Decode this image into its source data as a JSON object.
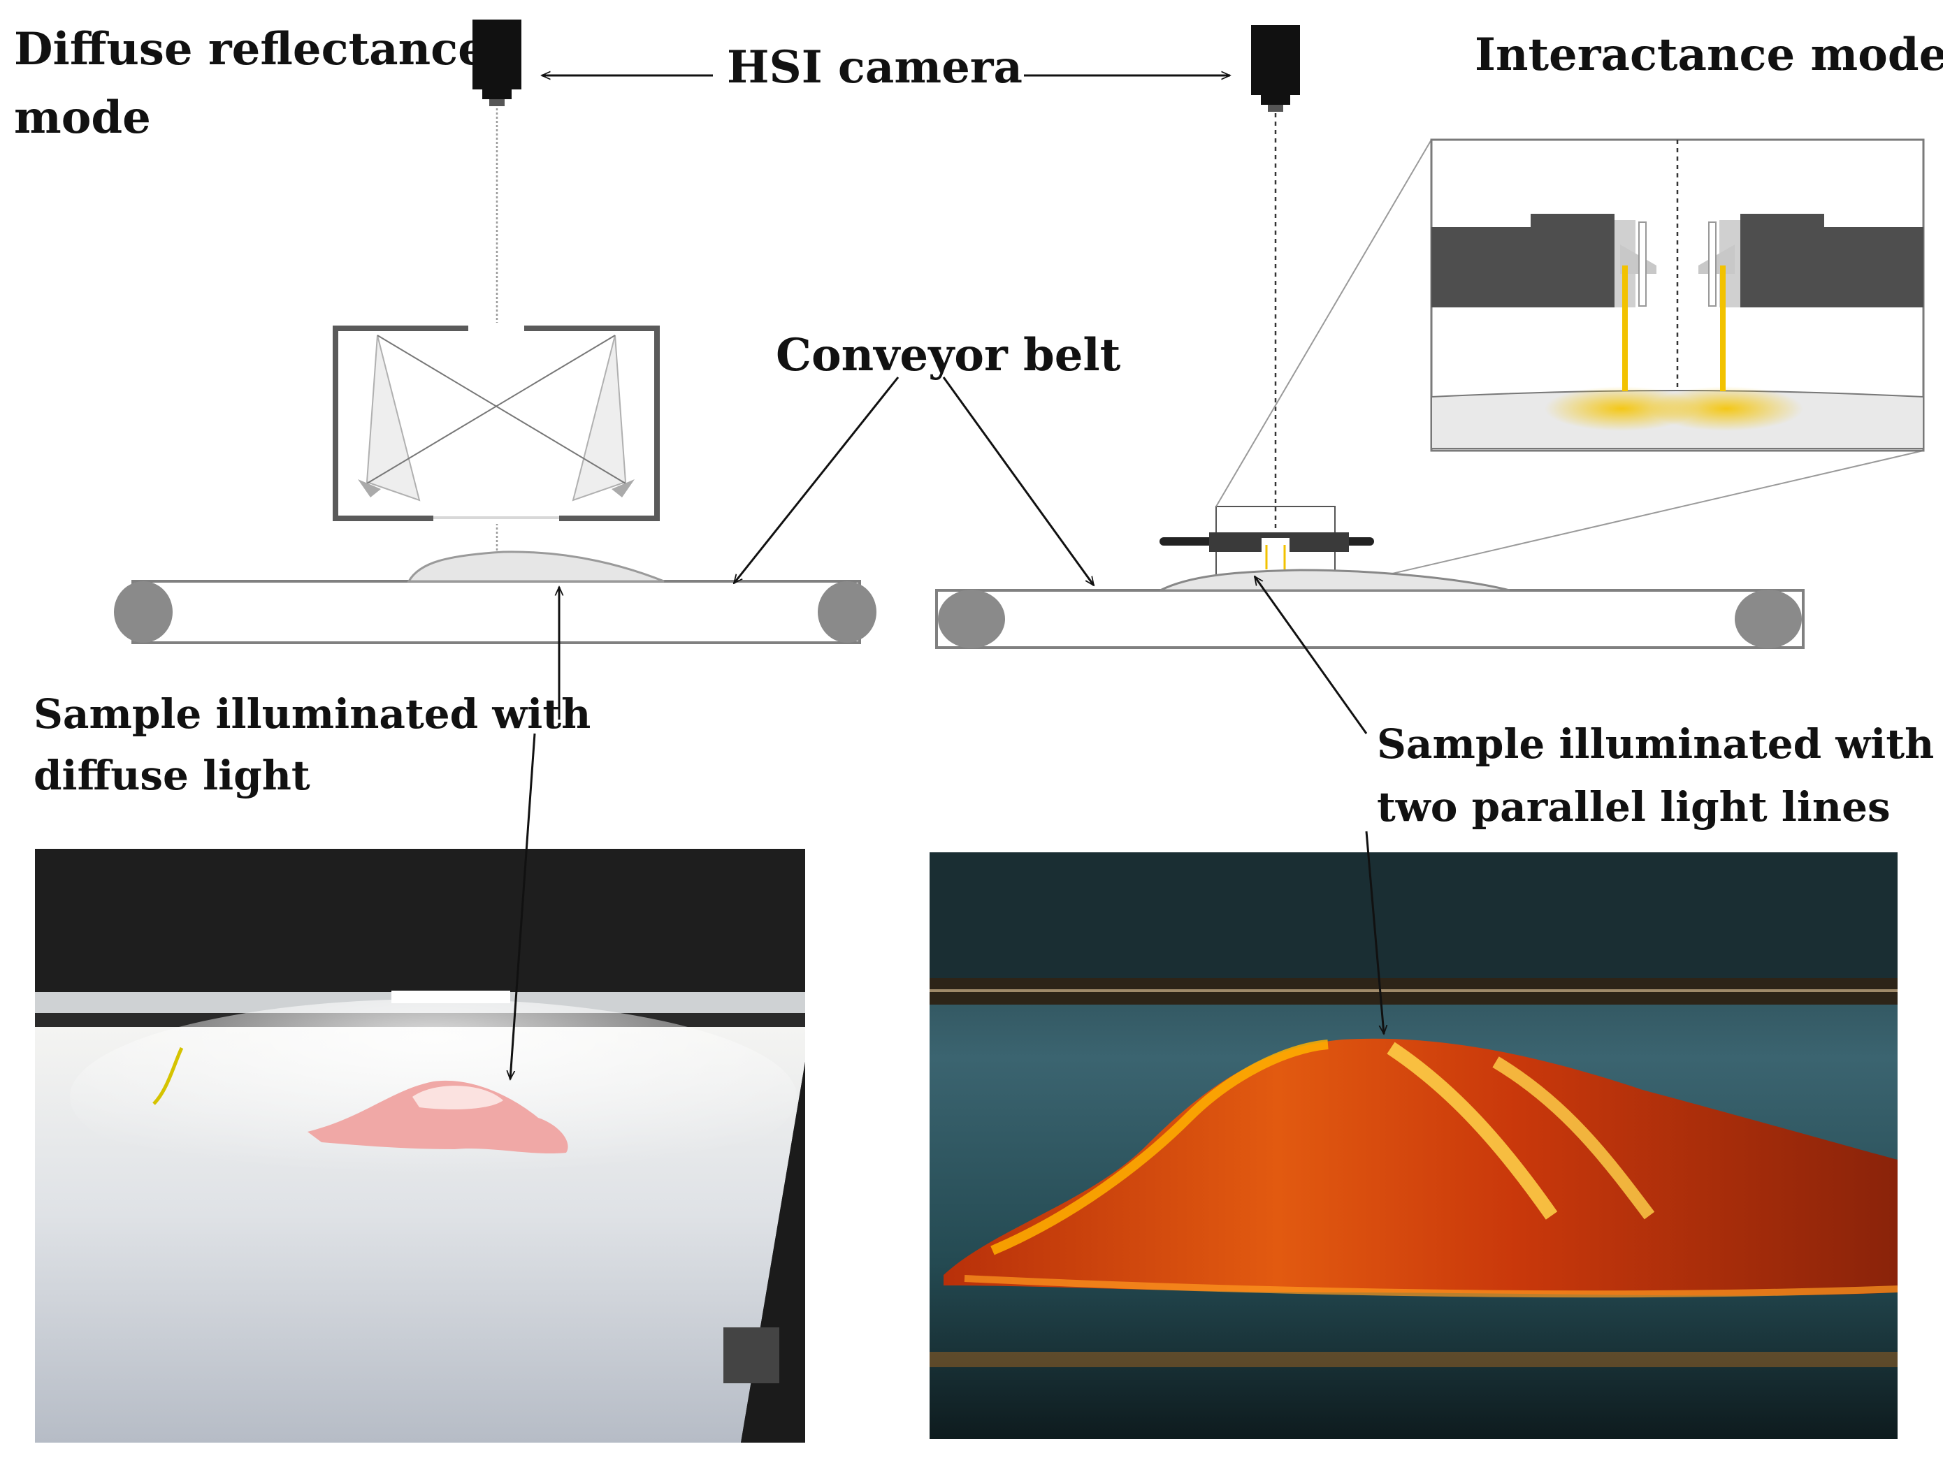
{
  "labels": {
    "diffuse_mode_line1": "Diffuse reflectance",
    "diffuse_mode_line2": "mode",
    "hsi_camera": "HSI camera",
    "interactance_mode": "Interactance mode",
    "conveyor_belt": "Conveyor belt",
    "sample_diffuse_line1": "Sample illuminated with",
    "sample_diffuse_line2": "diffuse light",
    "sample_parallel_line1": "Sample illuminated with",
    "sample_parallel_line2": "two parallel light lines"
  },
  "colors": {
    "line": "#111111",
    "belt_roller": "#8a8a8a",
    "box_dark": "#505050",
    "light_yellow": "#f2c200",
    "photo_left_belt": "#e7e9ec",
    "photo_right_bg": "#2f5560",
    "sample_orange": "#d9480f"
  }
}
